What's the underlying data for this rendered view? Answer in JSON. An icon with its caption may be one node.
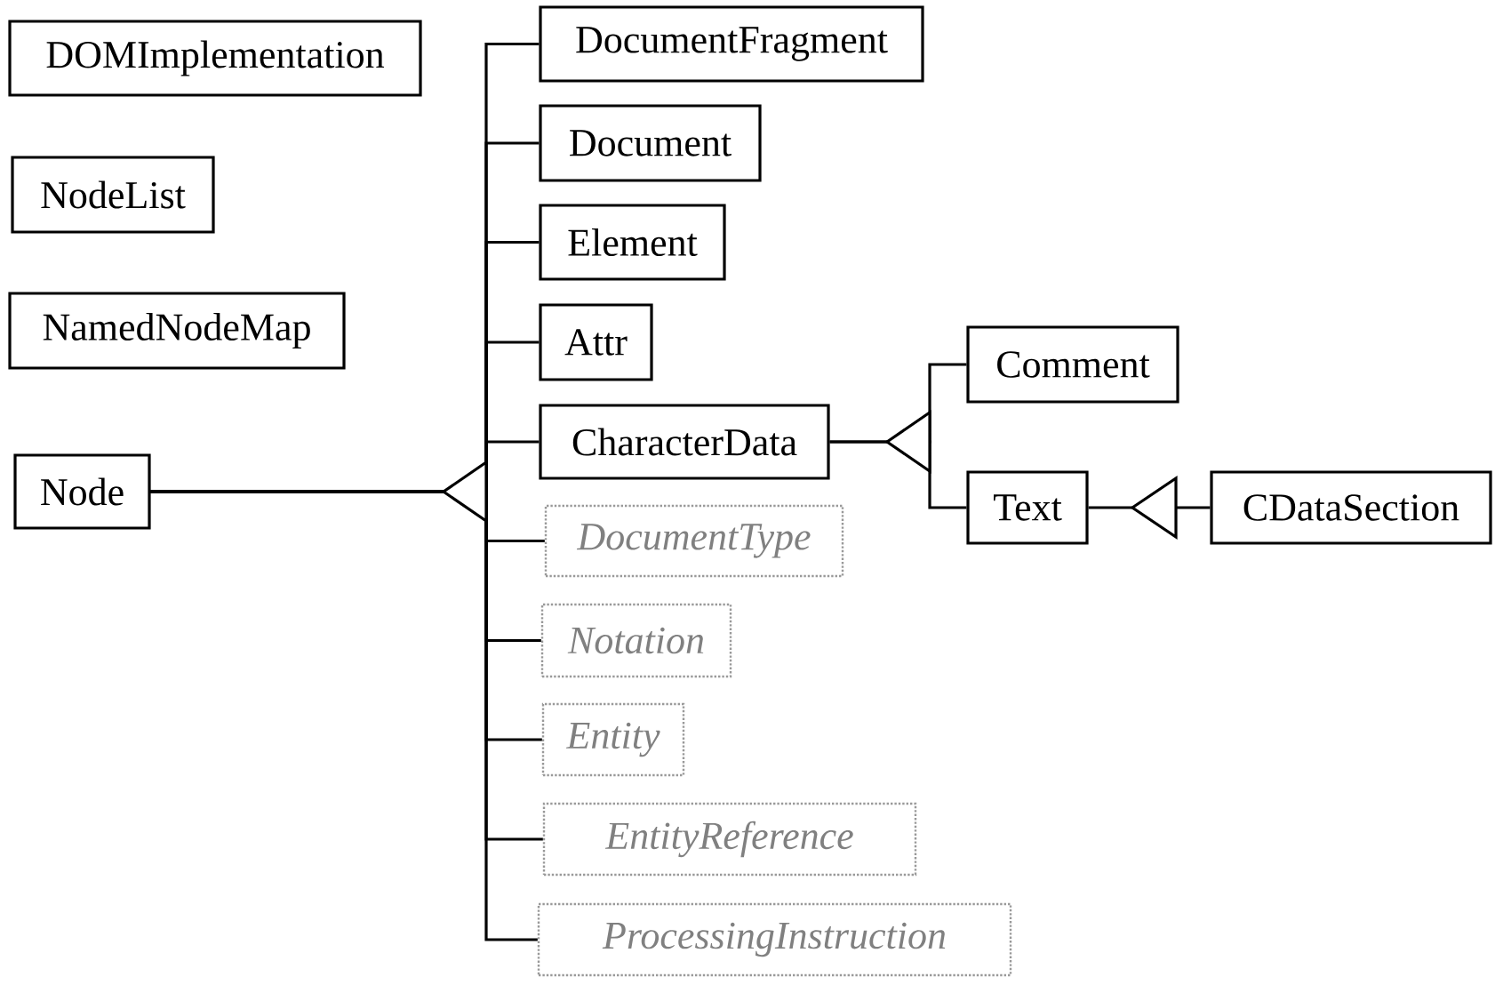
{
  "diagram": {
    "nodes": [
      {
        "text": [
          "DOMImplementation"
        ]
      },
      {
        "text": [
          "NodeList"
        ]
      },
      {
        "text": [
          "NamedNodeMap"
        ]
      },
      {
        "text": [
          "Node"
        ]
      },
      {
        "text": [
          "DocumentFragment"
        ]
      },
      {
        "text": [
          "Document"
        ]
      },
      {
        "text": [
          "Element"
        ]
      },
      {
        "text": [
          "Attr"
        ]
      },
      {
        "text": [
          "CharacterData"
        ]
      },
      {
        "text": [
          "DocumentType"
        ]
      },
      {
        "text": [
          "Notation"
        ]
      },
      {
        "text": [
          "Entity"
        ]
      },
      {
        "text": [
          "EntityReference"
        ]
      },
      {
        "text": [
          "ProcessingInstruction"
        ]
      },
      {
        "text": [
          "Comment"
        ]
      },
      {
        "text": [
          "Text"
        ]
      },
      {
        "text": [
          "CDataSection"
        ]
      }
    ],
    "edges": [
      {
        "from": 4,
        "to": 3,
        "arrow": "to"
      },
      {
        "from": 5,
        "to": 3,
        "arrow": "to"
      },
      {
        "from": 6,
        "to": 3,
        "arrow": "to"
      },
      {
        "from": 7,
        "to": 3,
        "arrow": "to"
      },
      {
        "from": 8,
        "to": 3,
        "arrow": "to"
      },
      {
        "from": 9,
        "to": 3,
        "arrow": "to"
      },
      {
        "from": 10,
        "to": 3,
        "arrow": "to"
      },
      {
        "from": 11,
        "to": 3,
        "arrow": "to"
      },
      {
        "from": 12,
        "to": 3,
        "arrow": "to"
      },
      {
        "from": 13,
        "to": 3,
        "arrow": "to"
      },
      {
        "from": 14,
        "to": 8,
        "arrow": "to"
      },
      {
        "from": 15,
        "to": 8,
        "arrow": "to"
      },
      {
        "from": 16,
        "to": 15,
        "arrow": "to"
      }
    ]
  }
}
